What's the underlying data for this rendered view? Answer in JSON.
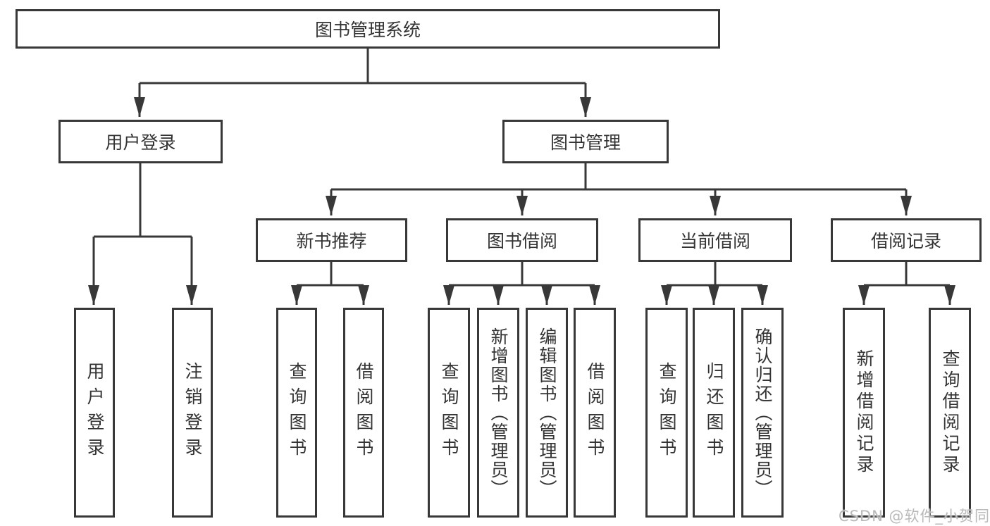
{
  "diagram": {
    "type": "hierarchy-tree",
    "colors": {
      "line": "#383838",
      "text": "#333333",
      "background": "#ffffff",
      "watermark": "#b9b9b9"
    },
    "root": {
      "label": "图书管理系统"
    },
    "branches": [
      {
        "label": "用户登录",
        "children": [
          {
            "label": "用户登录"
          },
          {
            "label": "注销登录"
          }
        ]
      },
      {
        "label": "图书管理",
        "children": [
          {
            "label": "新书推荐",
            "children": [
              {
                "label": "查询图书"
              },
              {
                "label": "借阅图书"
              }
            ]
          },
          {
            "label": "图书借阅",
            "children": [
              {
                "label": "查询图书"
              },
              {
                "label": "新增图书（管理员）"
              },
              {
                "label": "编辑图书（管理员）"
              },
              {
                "label": "借阅图书"
              }
            ]
          },
          {
            "label": "当前借阅",
            "children": [
              {
                "label": "查询图书"
              },
              {
                "label": "归还图书"
              },
              {
                "label": "确认归还（管理员）"
              }
            ]
          },
          {
            "label": "借阅记录",
            "children": [
              {
                "label": "新增借阅记录"
              },
              {
                "label": "查询借阅记录"
              }
            ]
          }
        ]
      }
    ],
    "watermark": "CSDN @软件_小贺同学"
  }
}
